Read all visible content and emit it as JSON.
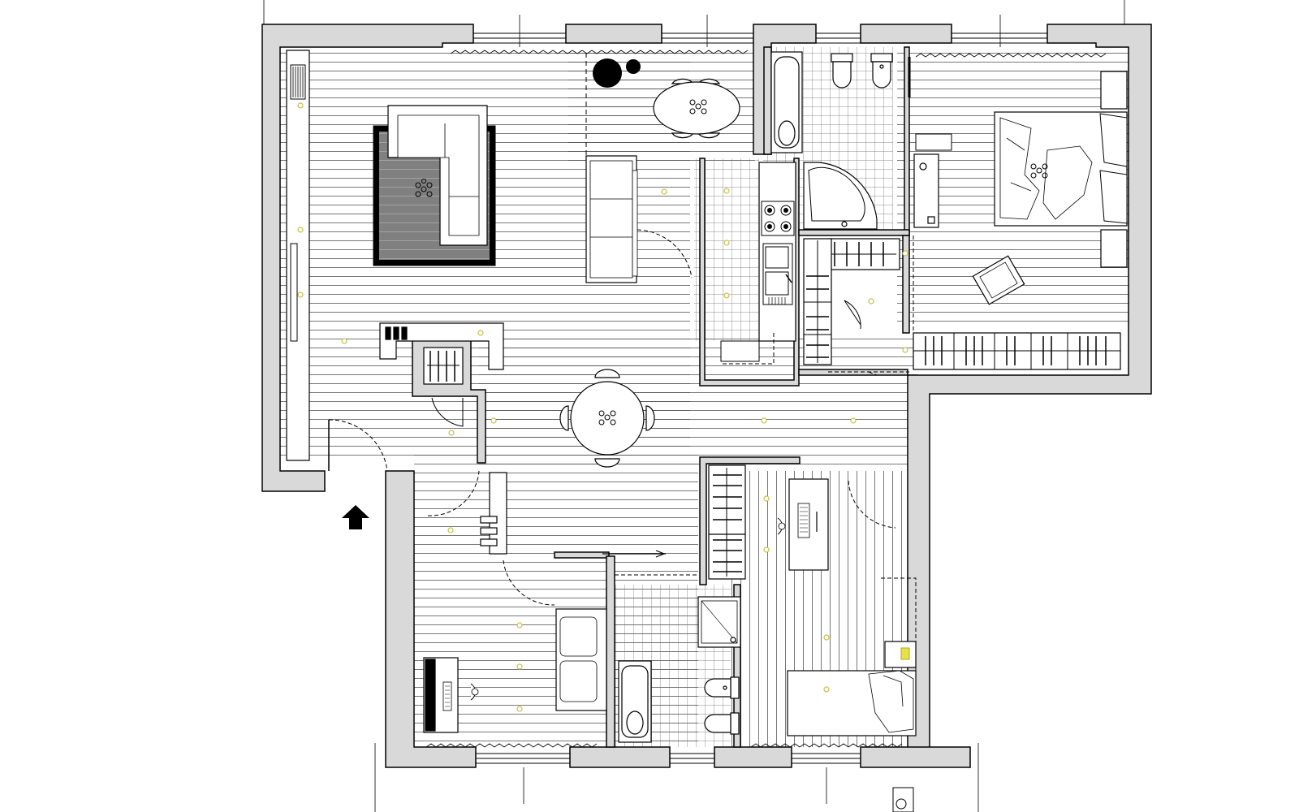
{
  "drawing": {
    "type": "architectural-floor-plan",
    "printed_text": [],
    "colors": {
      "background": "#ffffff",
      "wall_fill": "#d9d9d9",
      "line": "#000000",
      "light_point": "#e8e24a"
    },
    "symbols": {
      "entrance": "entrance-arrow-icon",
      "light": "ceiling-light-icon",
      "plant": "plant-icon"
    },
    "rooms": [
      "living-room",
      "dining-area",
      "kitchen",
      "master-bathroom",
      "master-bedroom",
      "walk-in-closet",
      "entrance-hall",
      "study-room",
      "second-bathroom",
      "second-bedroom"
    ]
  }
}
